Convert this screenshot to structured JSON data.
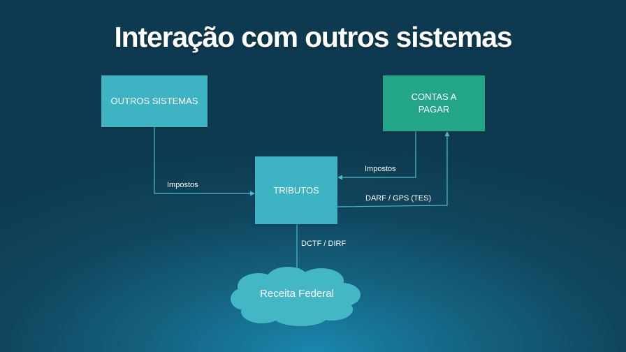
{
  "title": "Interação com outros sistemas",
  "nodes": {
    "outros_sistemas": "OUTROS SISTEMAS",
    "contas_a_pagar": "CONTAS A PAGAR",
    "tributos": "TRIBUTOS",
    "receita_federal": "Receita Federal"
  },
  "edges": {
    "outros_to_tributos": "Impostos",
    "contas_to_tributos": "Impostos",
    "tributos_to_contas": "DARF / GPS (TES)",
    "tributos_to_receita": "DCTF / DIRF"
  },
  "colors": {
    "box_blue": "#3db3c3",
    "box_green": "#23a688",
    "cloud": "#44b7c7",
    "arrow": "#3db3c3"
  }
}
